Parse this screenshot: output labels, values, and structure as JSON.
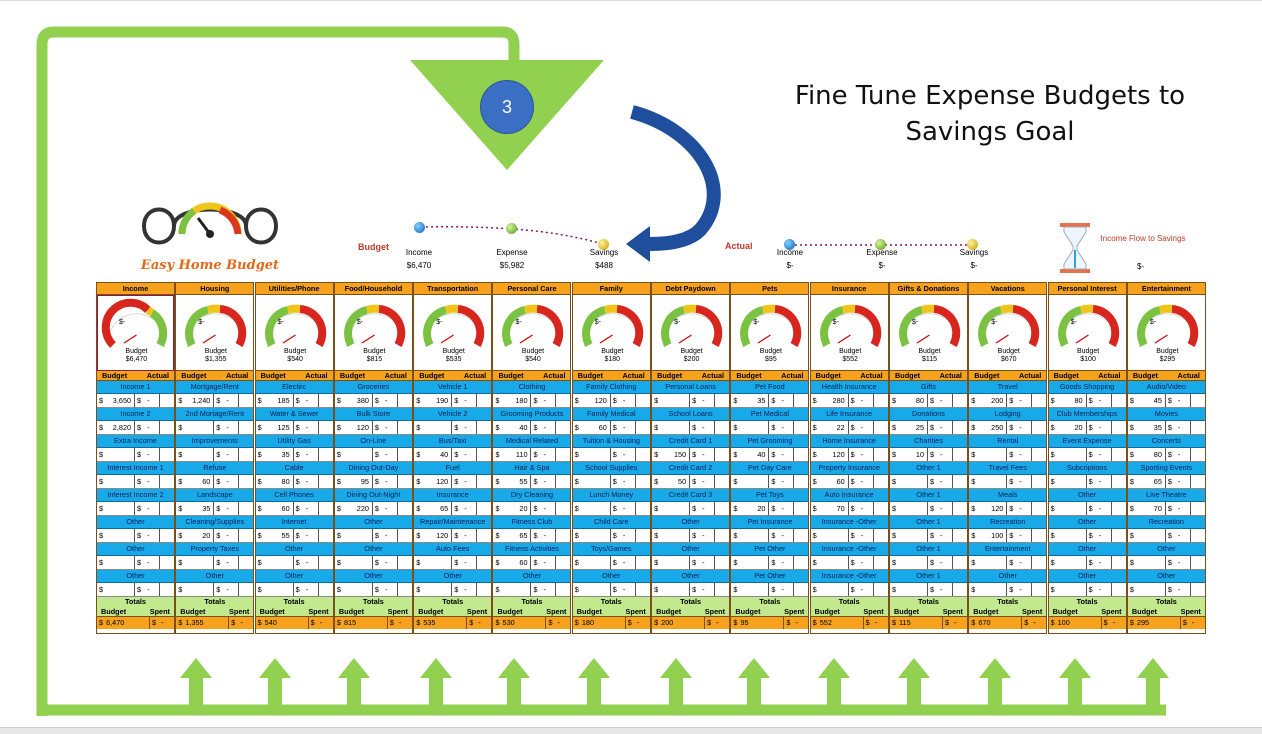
{
  "headline": [
    "Fine Tune Expense Budgets  to",
    "Savings Goal"
  ],
  "step_number": "3",
  "logo_text": "Easy Home Budget",
  "budget_flow": {
    "title": "Budget",
    "income_label": "Income",
    "income_value": "$6,470",
    "expense_label": "Expense",
    "expense_value": "$5,982",
    "savings_label": "Savings",
    "savings_value": "$488"
  },
  "actual_flow": {
    "title": "Actual",
    "income_label": "Income",
    "income_value": "$-",
    "expense_label": "Expense",
    "expense_value": "$-",
    "savings_label": "Savings",
    "savings_value": "$-"
  },
  "income_flow": {
    "title": "Income Flow  to Savings",
    "value": "$-"
  },
  "labels": {
    "budget": "Budget",
    "actual": "Actual",
    "totals": "Totals",
    "spent": "Spent",
    "gauge_value": "$-",
    "dollar": "$",
    "dash": "-"
  },
  "colors": {
    "header_orange": "#f7a21c",
    "item_blue": "#17a9e8",
    "totals_green": "#c3e98e",
    "frame_green": "#92d050",
    "arrow_blue": "#1f4e9c"
  },
  "columns": [
    {
      "name": "Income",
      "budget": "$6,470",
      "items": [
        [
          "Income 1",
          "3,650"
        ],
        [
          "Income 2",
          "2,820"
        ],
        [
          "Extra Income",
          ""
        ],
        [
          "Interest Income 1",
          ""
        ],
        [
          "Interest Income 2",
          ""
        ],
        [
          "Other",
          ""
        ],
        [
          "Other",
          ""
        ],
        [
          "Other",
          ""
        ]
      ],
      "total": "6,470"
    },
    {
      "name": "Housing",
      "budget": "$1,355",
      "items": [
        [
          "Mortgage/Rent",
          "1,240"
        ],
        [
          "2nd Mortage/Rent",
          ""
        ],
        [
          "Improvements",
          ""
        ],
        [
          "Refuse",
          "60"
        ],
        [
          "Landscape",
          "35"
        ],
        [
          "Cleaning/Supplies",
          "20"
        ],
        [
          "Property Taxes",
          ""
        ],
        [
          "Other",
          ""
        ]
      ],
      "total": "1,355"
    },
    {
      "name": "Utilities/Phone",
      "budget": "$540",
      "items": [
        [
          "Electirc",
          "185"
        ],
        [
          "Water & Sewer",
          "125"
        ],
        [
          "Utility Gas",
          "35"
        ],
        [
          "Cable",
          "80"
        ],
        [
          "Cell Phones",
          "60"
        ],
        [
          "Internet",
          "55"
        ],
        [
          "Other",
          ""
        ],
        [
          "Other",
          ""
        ]
      ],
      "total": "540"
    },
    {
      "name": "Food/Household",
      "budget": "$815",
      "items": [
        [
          "Groceries",
          "380"
        ],
        [
          "Bulk Store",
          "120"
        ],
        [
          "On-Line",
          ""
        ],
        [
          "Dining Out-Day",
          "95"
        ],
        [
          "Dining Out-Night",
          "220"
        ],
        [
          "Other",
          ""
        ],
        [
          "Other",
          ""
        ],
        [
          "Other",
          ""
        ]
      ],
      "total": "815"
    },
    {
      "name": "Transportation",
      "budget": "$535",
      "items": [
        [
          "Vehicle 1",
          "190"
        ],
        [
          "Vehicle 2",
          ""
        ],
        [
          "Bus/Taxi",
          "40"
        ],
        [
          "Fuel",
          "120"
        ],
        [
          "Insurance",
          "65"
        ],
        [
          "Repair/Maintenance",
          "120"
        ],
        [
          "Auto Fees",
          ""
        ],
        [
          "Other",
          ""
        ]
      ],
      "total": "535"
    },
    {
      "name": "Personal Care",
      "budget": "$540",
      "items": [
        [
          "Clothing",
          "180"
        ],
        [
          "Grooming Products",
          "40"
        ],
        [
          "Medical Related",
          "110"
        ],
        [
          "Hair & Spa",
          "55"
        ],
        [
          "Dry Cleaning",
          "20"
        ],
        [
          "Fitness Club",
          "65"
        ],
        [
          "Fitness Activities",
          "60"
        ],
        [
          "Other",
          ""
        ]
      ],
      "total": "530"
    },
    {
      "name": "Family",
      "budget": "$180",
      "items": [
        [
          "Family Clothing",
          "120"
        ],
        [
          "Family Medical",
          "60"
        ],
        [
          "Tuition & Housing",
          ""
        ],
        [
          "School Supplies",
          ""
        ],
        [
          "Lunch Money",
          ""
        ],
        [
          "Child Care",
          ""
        ],
        [
          "Toys/Games",
          ""
        ],
        [
          "Other",
          ""
        ]
      ],
      "total": "180"
    },
    {
      "name": "Debt Paydown",
      "budget": "$200",
      "items": [
        [
          "Personal Loans",
          ""
        ],
        [
          "School Loans",
          ""
        ],
        [
          "Credit Card 1",
          "150"
        ],
        [
          "Credit Card 2",
          "50"
        ],
        [
          "Credit Card 3",
          ""
        ],
        [
          "Other",
          ""
        ],
        [
          "Other",
          ""
        ],
        [
          "Other",
          ""
        ]
      ],
      "total": "200"
    },
    {
      "name": "Pets",
      "budget": "$95",
      "items": [
        [
          "Pet Food",
          "35"
        ],
        [
          "Pet Medical",
          ""
        ],
        [
          "Pet Grooming",
          "40"
        ],
        [
          "Pet Day Care",
          ""
        ],
        [
          "Pet Toys",
          "20"
        ],
        [
          "Pet Insurance",
          ""
        ],
        [
          "Pet Other",
          ""
        ],
        [
          "Pet Other",
          ""
        ]
      ],
      "total": "95"
    },
    {
      "name": "Insurance",
      "budget": "$552",
      "items": [
        [
          "Health Insurance",
          "280"
        ],
        [
          "Life Insurance",
          "22"
        ],
        [
          "Home Insurance",
          "120"
        ],
        [
          "Property Insurance",
          "60"
        ],
        [
          "Auto Insurance",
          "70"
        ],
        [
          "Insurance -Other",
          ""
        ],
        [
          "Insurance -Other",
          ""
        ],
        [
          "Insurance -Other",
          ""
        ]
      ],
      "total": "552"
    },
    {
      "name": "Gifts & Donations",
      "budget": "$115",
      "items": [
        [
          "Gifts",
          "80"
        ],
        [
          "Donations",
          "25"
        ],
        [
          "Charities",
          "10"
        ],
        [
          "Other 1",
          ""
        ],
        [
          "Other 1",
          ""
        ],
        [
          "Other 1",
          ""
        ],
        [
          "Other 1",
          ""
        ],
        [
          "Other 1",
          ""
        ]
      ],
      "total": "115"
    },
    {
      "name": "Vacations",
      "budget": "$670",
      "items": [
        [
          "Travel",
          "200"
        ],
        [
          "Lodging",
          "250"
        ],
        [
          "Rental",
          ""
        ],
        [
          "Travel Fees",
          ""
        ],
        [
          "Meals",
          "120"
        ],
        [
          "Recreation",
          "100"
        ],
        [
          "Entertainment",
          ""
        ],
        [
          "Other",
          ""
        ]
      ],
      "total": "670"
    },
    {
      "name": "Personal Interest",
      "budget": "$100",
      "items": [
        [
          "Goods Shopping",
          "80"
        ],
        [
          "Club Memberships",
          "20"
        ],
        [
          "Event Expense",
          ""
        ],
        [
          "Subcriptions",
          ""
        ],
        [
          "Other",
          ""
        ],
        [
          "Other",
          ""
        ],
        [
          "Other",
          ""
        ],
        [
          "Other",
          ""
        ]
      ],
      "total": "100"
    },
    {
      "name": "Entertainment",
      "budget": "$295",
      "items": [
        [
          "Audio/Video",
          "45"
        ],
        [
          "Movies",
          "35"
        ],
        [
          "Concerts",
          "80"
        ],
        [
          "Sporting Events",
          "65"
        ],
        [
          "Live Theatre",
          "70"
        ],
        [
          "Recreation",
          ""
        ],
        [
          "Other",
          ""
        ],
        [
          "Other",
          ""
        ]
      ],
      "total": "295"
    }
  ]
}
